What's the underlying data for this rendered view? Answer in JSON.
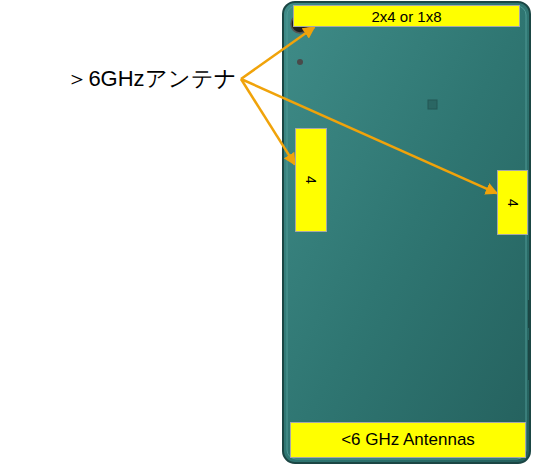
{
  "diagram": {
    "nodes": [
      {
        "text": [
          "2x4 or 1x8"
        ]
      },
      {
        "text": [
          "＞6GHzアンテナ"
        ]
      },
      {
        "text": [
          "4"
        ]
      },
      {
        "text": [
          "4"
        ]
      },
      {
        "text": [
          "<6 GHz Antennas"
        ]
      }
    ],
    "edges": [
      {
        "from": 1,
        "to": 0,
        "arrow": "to"
      },
      {
        "from": 1,
        "to": 2,
        "arrow": "to"
      },
      {
        "from": 1,
        "to": 3,
        "arrow": "to"
      }
    ]
  }
}
